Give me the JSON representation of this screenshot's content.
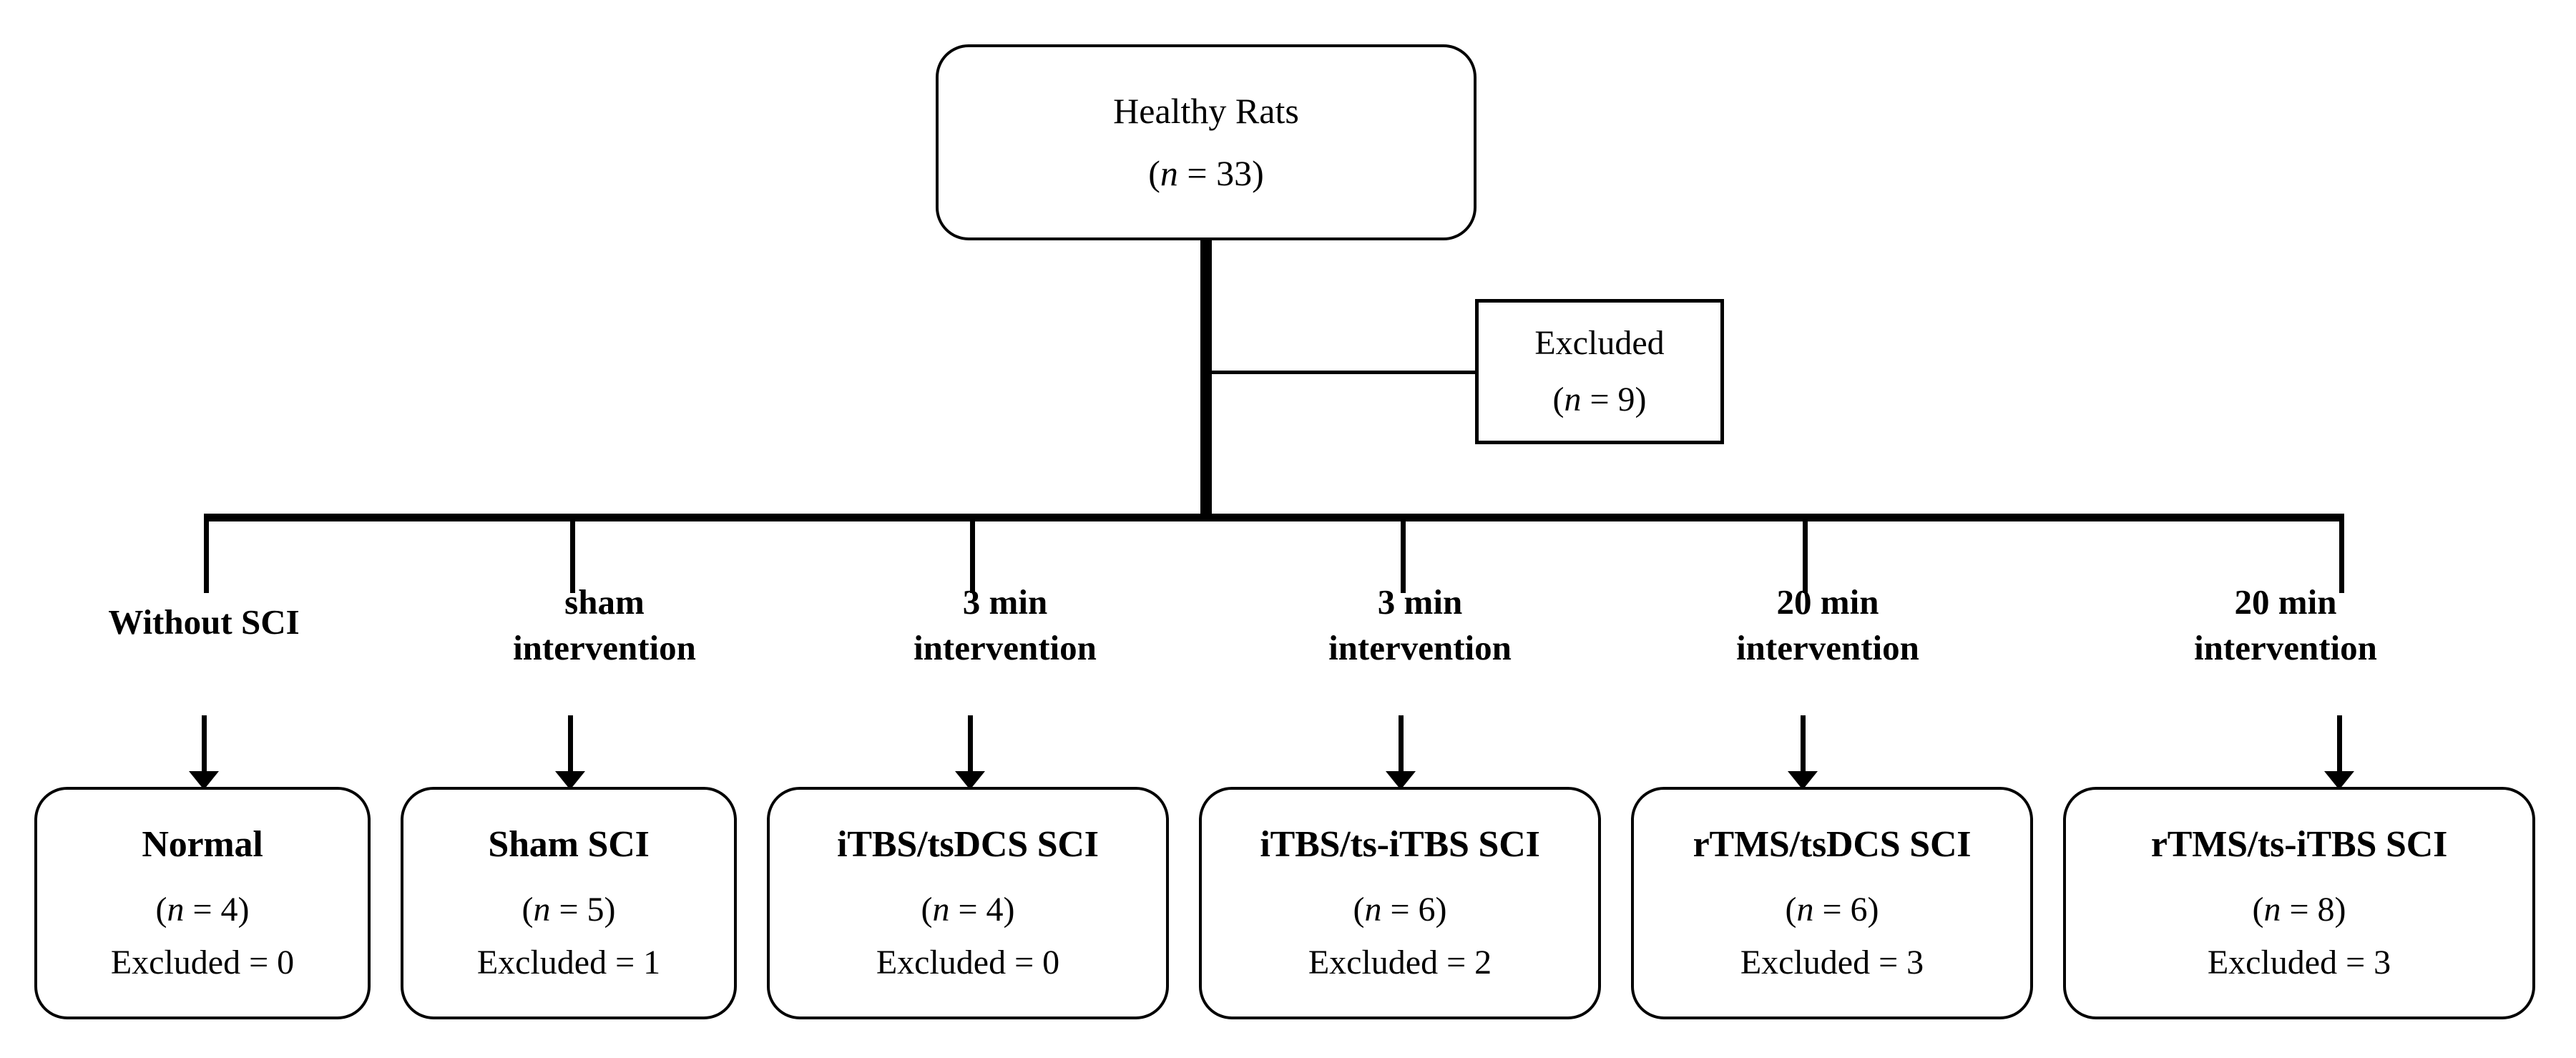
{
  "figure": {
    "type": "flowchart",
    "title": "Animal allocation flow diagram",
    "root": {
      "label": "Healthy Rats",
      "count_prefix": "(",
      "n_symbol": "n",
      "n_text": " = 33)"
    },
    "excluded": {
      "label": "Excluded",
      "n_symbol": "n",
      "n_text": " = 9)",
      "count_prefix": "("
    },
    "branches": [
      {
        "caption": "Without SCI",
        "title": "Normal",
        "n_symbol": "n",
        "n_open": "(",
        "n_text": " = 4)",
        "excluded_label": "Excluded = 0"
      },
      {
        "caption": "sham\nintervention",
        "title": "Sham SCI",
        "n_symbol": "n",
        "n_open": "(",
        "n_text": " = 5)",
        "excluded_label": "Excluded = 1"
      },
      {
        "caption": "3 min\nintervention",
        "title": "iTBS/tsDCS SCI",
        "n_symbol": "n",
        "n_open": "(",
        "n_text": " = 4)",
        "excluded_label": "Excluded = 0"
      },
      {
        "caption": "3 min\nintervention",
        "title": "iTBS/ts-iTBS SCI",
        "n_symbol": "n",
        "n_open": "(",
        "n_text": " = 6)",
        "excluded_label": "Excluded = 2"
      },
      {
        "caption": "20 min\nintervention",
        "title": "rTMS/tsDCS SCI",
        "n_symbol": "n",
        "n_open": "(",
        "n_text": " = 6)",
        "excluded_label": "Excluded = 3"
      },
      {
        "caption": "20 min\nintervention",
        "title": "rTMS/ts-iTBS SCI",
        "n_symbol": "n",
        "n_open": "(",
        "n_text": " = 8)",
        "excluded_label": "Excluded = 3"
      }
    ],
    "colors": {
      "stroke": "#000000",
      "fill": "#ffffff",
      "text": "#000000"
    }
  },
  "chart_data": {
    "type": "flowchart",
    "title": "Healthy Rats allocation",
    "total_n": 33,
    "excluded_total": 9,
    "categories": [
      "Normal",
      "Sham SCI",
      "iTBS/tsDCS SCI",
      "iTBS/ts-iTBS SCI",
      "rTMS/tsDCS SCI",
      "rTMS/ts-iTBS SCI"
    ],
    "values": [
      4,
      5,
      4,
      6,
      6,
      8
    ],
    "excluded_values": [
      0,
      1,
      0,
      2,
      3,
      3
    ],
    "branch_conditions": [
      "Without SCI",
      "sham intervention",
      "3 min intervention",
      "3 min intervention",
      "20 min intervention",
      "20 min intervention"
    ]
  }
}
